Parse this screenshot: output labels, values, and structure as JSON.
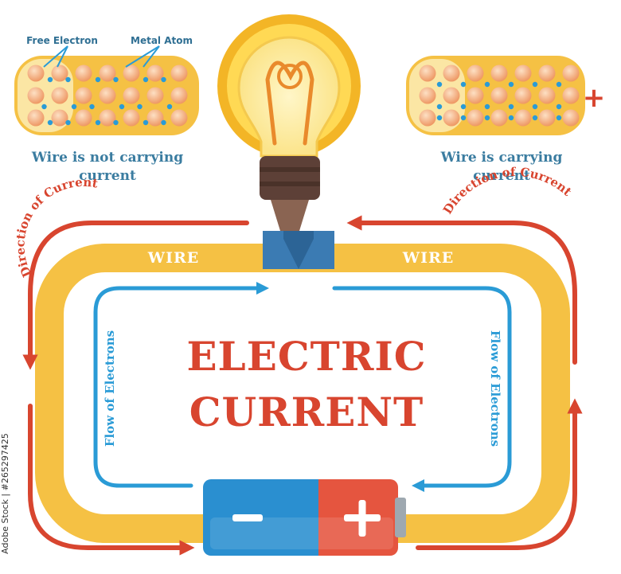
{
  "title": {
    "line1": "ELECTRIC",
    "line2": "CURRENT"
  },
  "wire": {
    "left_label": "WIRE",
    "right_label": "WIRE"
  },
  "direction": {
    "left_label": "Direction of Current",
    "right_label": "Direction of Current"
  },
  "flow": {
    "left_label": "Flow of Electrons",
    "right_label": "Flow of Electrons"
  },
  "not_carrying": {
    "line1": "Wire is not carrying",
    "line2": "current",
    "free_electron_label": "Free Electron",
    "metal_atom_label": "Metal Atom"
  },
  "carrying": {
    "line1": "Wire is carrying",
    "line2": "current",
    "plus_sign": "+"
  },
  "battery": {
    "minus": "−",
    "plus": "+"
  },
  "watermark_side": "Adobe Stock | #265297425",
  "colors": {
    "red": "#d8452f",
    "blue": "#2a9bd6",
    "yellow": "#f5c144",
    "wire_inner": "#fbe6a4",
    "atom": "#f0a070",
    "electron": "#2a9bd6"
  }
}
